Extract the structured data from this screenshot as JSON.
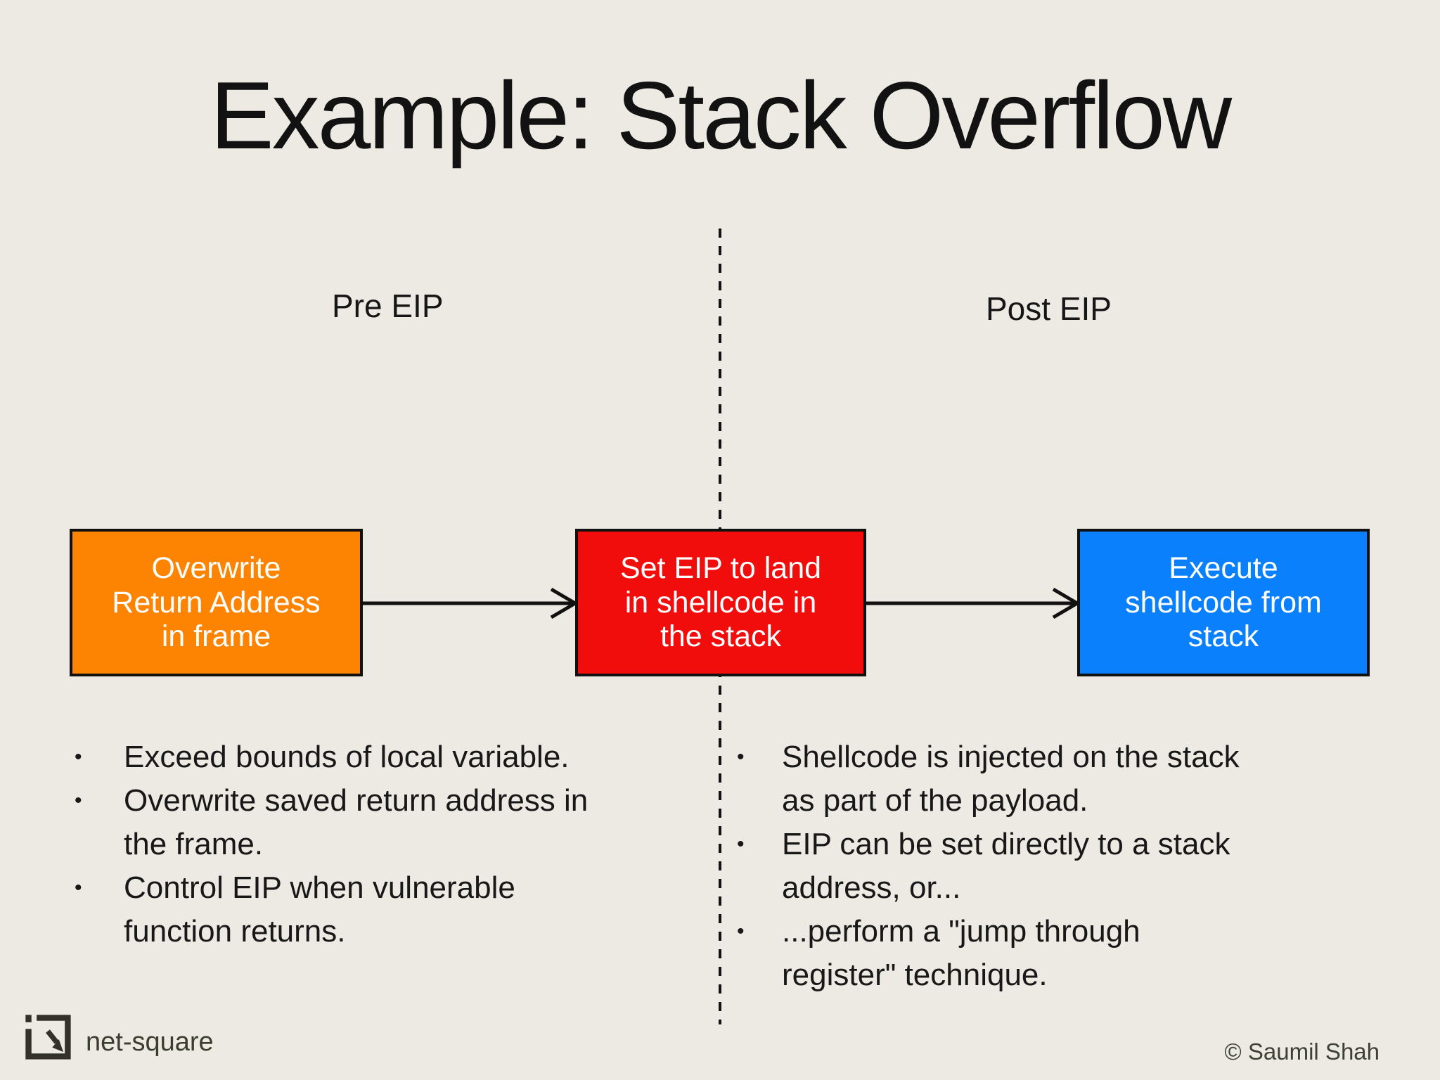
{
  "slide": {
    "title": "Example: Stack Overflow",
    "columns": {
      "left_label": "Pre EIP",
      "right_label": "Post EIP"
    },
    "flow": {
      "boxes": [
        {
          "label": "Overwrite\nReturn Address\nin frame",
          "color": "#FC8402"
        },
        {
          "label": "Set EIP to land\nin shellcode in\nthe stack",
          "color": "#F20D0D"
        },
        {
          "label": "Execute\nshellcode from\nstack",
          "color": "#0A80FC"
        }
      ]
    },
    "bullets_left": [
      "Exceed bounds of local variable.",
      "Overwrite saved return address in\nthe frame.",
      "Control EIP when vulnerable\nfunction returns."
    ],
    "bullets_right": [
      "Shellcode is injected on the stack\nas part of the payload.",
      "EIP can be set directly to a stack\naddress, or...",
      "...perform a \"jump through\nregister\" technique."
    ],
    "footer": {
      "brand": "net-square",
      "copyright": "© Saumil Shah"
    },
    "colors": {
      "background": "#EDEAE3",
      "box_orange": "#FC8402",
      "box_red": "#F20D0D",
      "box_blue": "#0A80FC",
      "ink": "#141414",
      "brand_ink": "#3B3E2F"
    }
  }
}
